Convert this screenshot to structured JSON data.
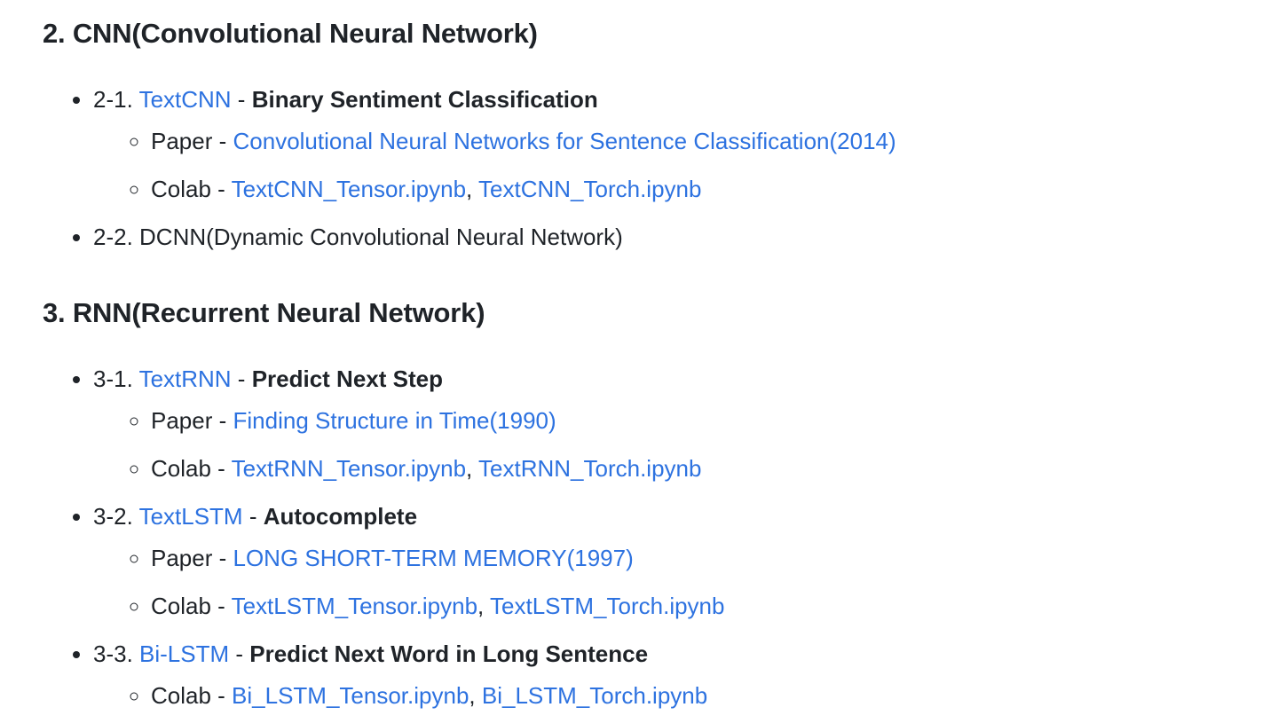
{
  "page": {
    "background": "#ffffff",
    "text_color": "#1f2328",
    "link_color": "#2d72e0"
  },
  "sections": [
    {
      "heading": "2. CNN(Convolutional Neural Network)",
      "items": [
        {
          "segments": [
            {
              "t": "text",
              "v": "2-1. "
            },
            {
              "t": "link",
              "v": "TextCNN"
            },
            {
              "t": "text",
              "v": " - "
            },
            {
              "t": "bold",
              "v": "Binary Sentiment Classification"
            }
          ],
          "subitems": [
            {
              "segments": [
                {
                  "t": "text",
                  "v": "Paper - "
                },
                {
                  "t": "link",
                  "v": "Convolutional Neural Networks for Sentence Classification(2014)"
                }
              ]
            },
            {
              "segments": [
                {
                  "t": "text",
                  "v": "Colab - "
                },
                {
                  "t": "link",
                  "v": "TextCNN_Tensor.ipynb"
                },
                {
                  "t": "text",
                  "v": ", "
                },
                {
                  "t": "link",
                  "v": "TextCNN_Torch.ipynb"
                }
              ]
            }
          ]
        },
        {
          "segments": [
            {
              "t": "text",
              "v": "2-2. DCNN(Dynamic Convolutional Neural Network)"
            }
          ],
          "subitems": []
        }
      ]
    },
    {
      "heading": "3. RNN(Recurrent Neural Network)",
      "items": [
        {
          "segments": [
            {
              "t": "text",
              "v": "3-1. "
            },
            {
              "t": "link",
              "v": "TextRNN"
            },
            {
              "t": "text",
              "v": " - "
            },
            {
              "t": "bold",
              "v": "Predict Next Step"
            }
          ],
          "subitems": [
            {
              "segments": [
                {
                  "t": "text",
                  "v": "Paper - "
                },
                {
                  "t": "link",
                  "v": "Finding Structure in Time(1990)"
                }
              ]
            },
            {
              "segments": [
                {
                  "t": "text",
                  "v": "Colab - "
                },
                {
                  "t": "link",
                  "v": "TextRNN_Tensor.ipynb"
                },
                {
                  "t": "text",
                  "v": ", "
                },
                {
                  "t": "link",
                  "v": "TextRNN_Torch.ipynb"
                }
              ]
            }
          ]
        },
        {
          "segments": [
            {
              "t": "text",
              "v": "3-2. "
            },
            {
              "t": "link",
              "v": "TextLSTM"
            },
            {
              "t": "text",
              "v": " - "
            },
            {
              "t": "bold",
              "v": "Autocomplete"
            }
          ],
          "subitems": [
            {
              "segments": [
                {
                  "t": "text",
                  "v": "Paper - "
                },
                {
                  "t": "link",
                  "v": "LONG SHORT-TERM MEMORY(1997)"
                }
              ]
            },
            {
              "segments": [
                {
                  "t": "text",
                  "v": "Colab - "
                },
                {
                  "t": "link",
                  "v": "TextLSTM_Tensor.ipynb"
                },
                {
                  "t": "text",
                  "v": ", "
                },
                {
                  "t": "link",
                  "v": "TextLSTM_Torch.ipynb"
                }
              ]
            }
          ]
        },
        {
          "segments": [
            {
              "t": "text",
              "v": "3-3. "
            },
            {
              "t": "link",
              "v": "Bi-LSTM"
            },
            {
              "t": "text",
              "v": " - "
            },
            {
              "t": "bold",
              "v": "Predict Next Word in Long Sentence"
            }
          ],
          "subitems": [
            {
              "segments": [
                {
                  "t": "text",
                  "v": "Colab - "
                },
                {
                  "t": "link",
                  "v": "Bi_LSTM_Tensor.ipynb"
                },
                {
                  "t": "text",
                  "v": ", "
                },
                {
                  "t": "link",
                  "v": "Bi_LSTM_Torch.ipynb"
                }
              ]
            }
          ]
        }
      ]
    }
  ]
}
